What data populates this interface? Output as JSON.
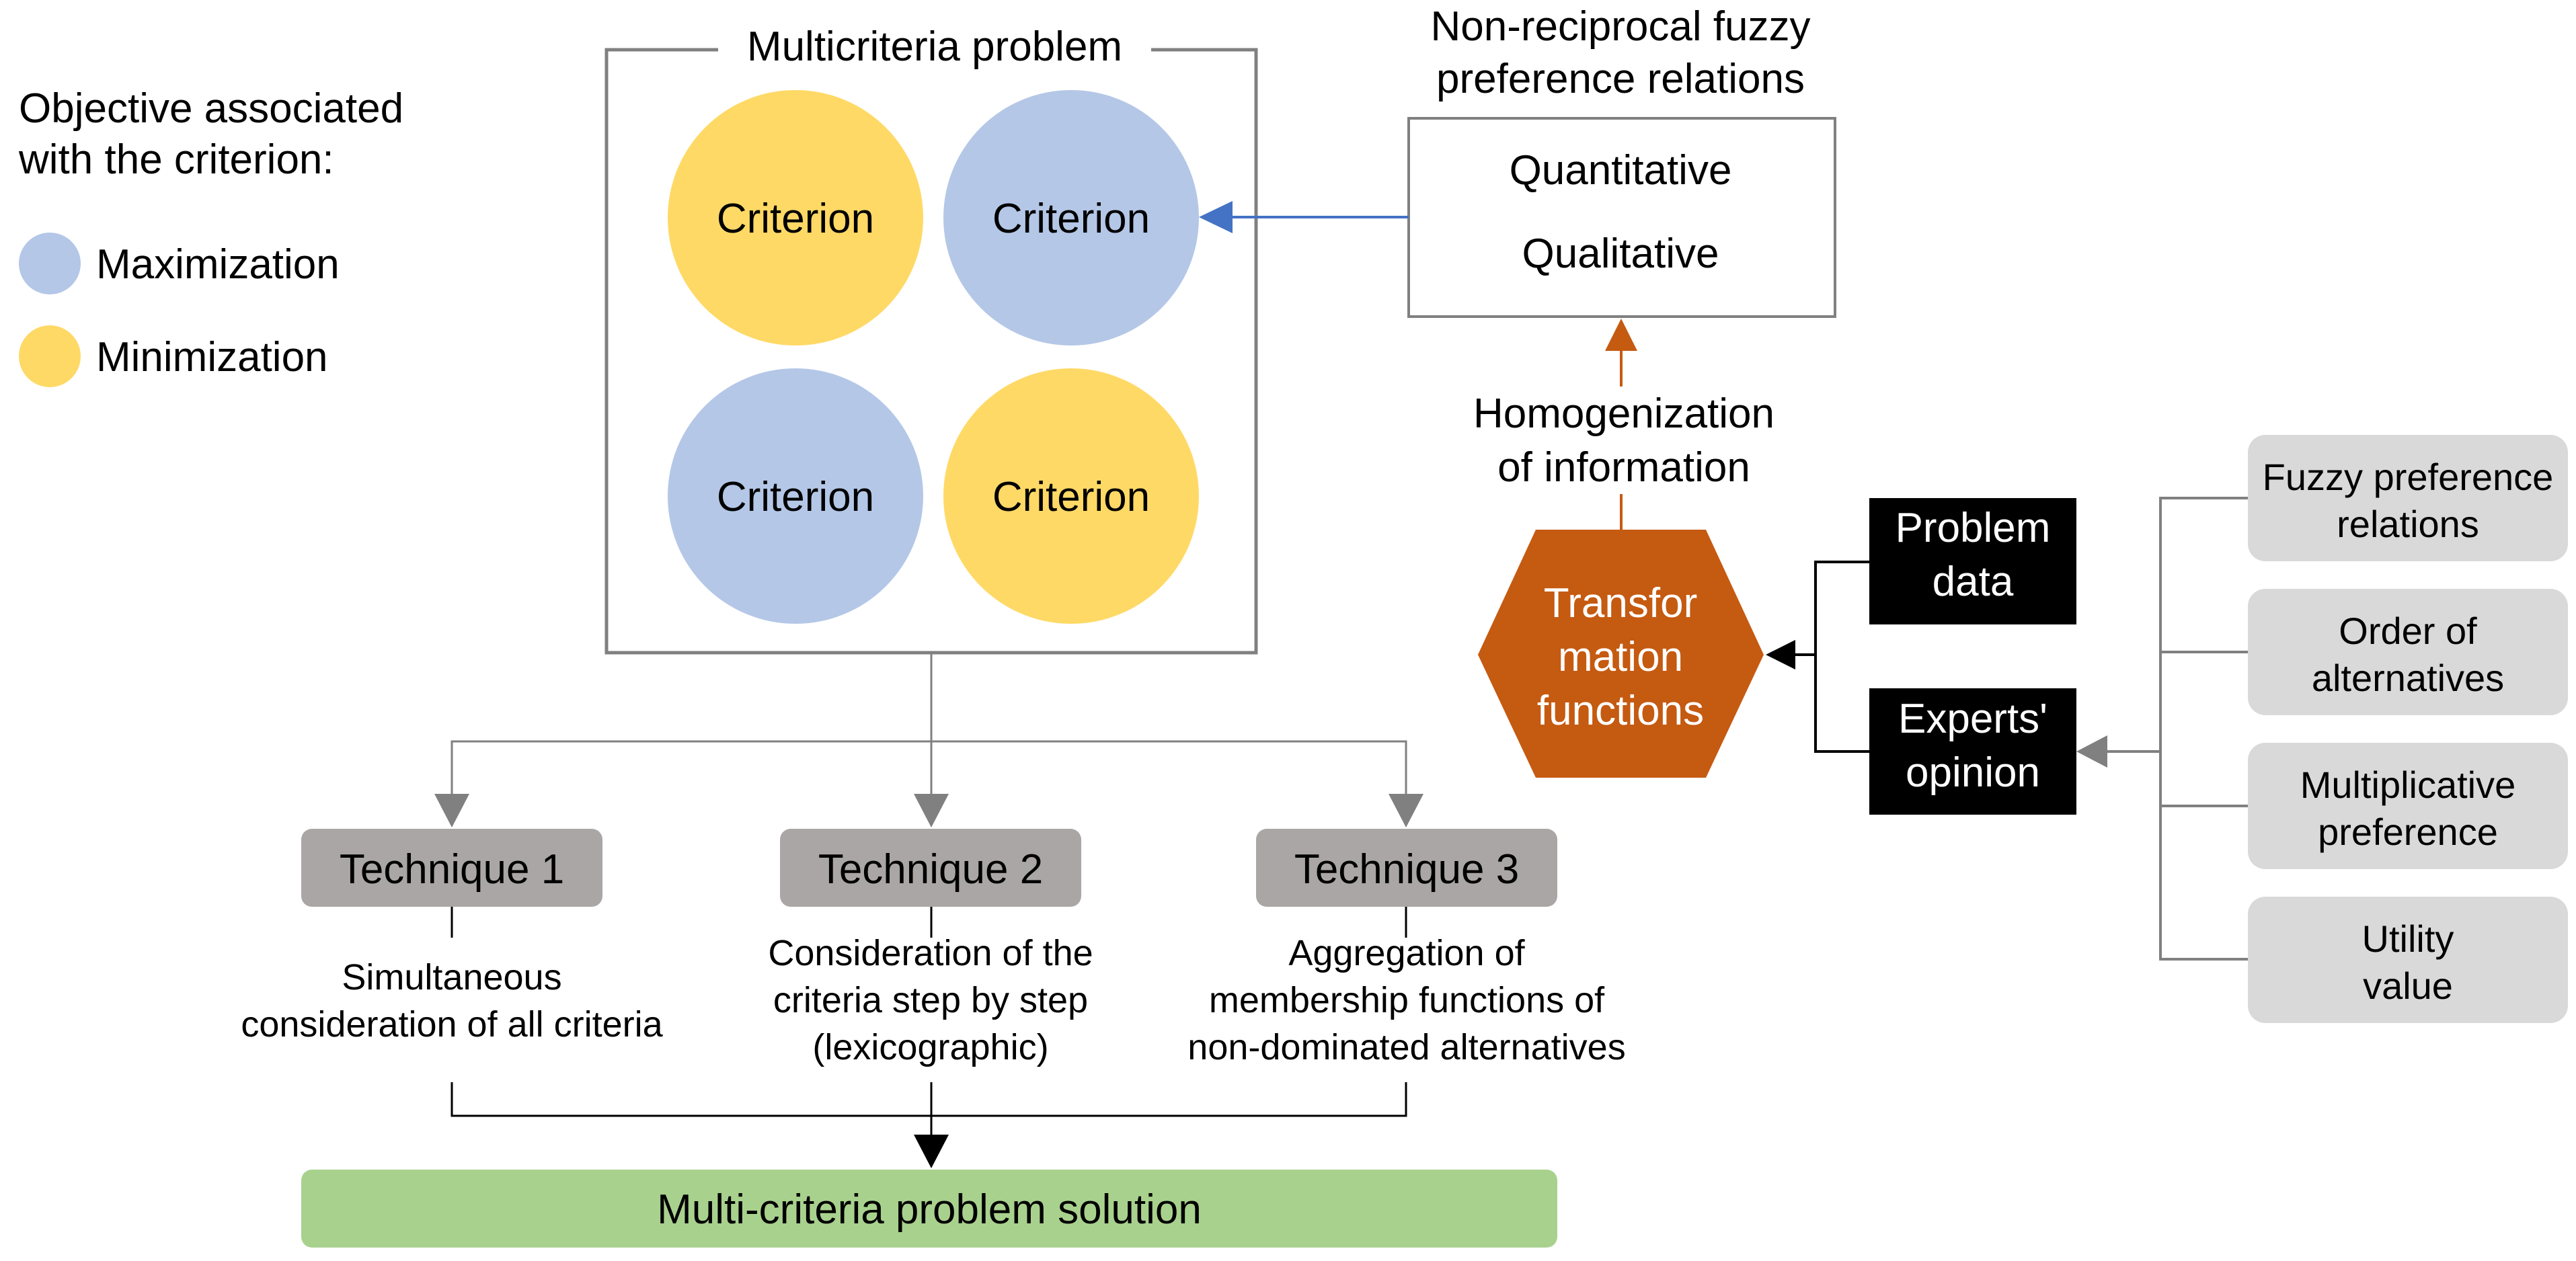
{
  "legend": {
    "title_lines": [
      "Objective associated",
      "with the criterion:"
    ],
    "items": [
      {
        "label": "Maximization",
        "color": "#b4c7e7"
      },
      {
        "label": "Minimization",
        "color": "#ffd966"
      }
    ]
  },
  "problem_box": {
    "title": "Multicriteria problem",
    "criteria": [
      {
        "label": "Criterion",
        "objective": "Minimization",
        "color": "#ffd966"
      },
      {
        "label": "Criterion",
        "objective": "Maximization",
        "color": "#b4c7e7"
      },
      {
        "label": "Criterion",
        "objective": "Maximization",
        "color": "#b4c7e7"
      },
      {
        "label": "Criterion",
        "objective": "Minimization",
        "color": "#ffd966"
      }
    ]
  },
  "relations_box": {
    "title_lines": [
      "Non-reciprocal fuzzy",
      "preference relations"
    ],
    "items": [
      "Quantitative",
      "Qualitative"
    ]
  },
  "homogenization": {
    "lines": [
      "Homogenization",
      "of information"
    ]
  },
  "transformation": {
    "lines": [
      "Transfor",
      "mation",
      "functions"
    ],
    "color": "#c55a11"
  },
  "inputs": [
    {
      "lines": [
        "Problem",
        "data"
      ]
    },
    {
      "lines": [
        "Experts'",
        "opinion"
      ]
    }
  ],
  "opinion_formats": [
    {
      "lines": [
        "Fuzzy preference",
        "relations"
      ]
    },
    {
      "lines": [
        "Order of",
        "alternatives"
      ]
    },
    {
      "lines": [
        "Multiplicative",
        "preference"
      ]
    },
    {
      "lines": [
        "Utility",
        "value"
      ]
    }
  ],
  "techniques": [
    {
      "label": "Technique 1",
      "description_lines": [
        "Simultaneous",
        "consideration of all criteria"
      ]
    },
    {
      "label": "Technique 2",
      "description_lines": [
        "Consideration of the",
        "criteria step by step",
        "(lexicographic)"
      ]
    },
    {
      "label": "Technique 3",
      "description_lines": [
        "Aggregation of",
        "membership functions of",
        "non-dominated alternatives"
      ]
    }
  ],
  "solution": {
    "label": "Multi-criteria problem solution",
    "color": "#a9d18e"
  },
  "colors": {
    "blue_arrow": "#4472c4",
    "orange_arrow": "#c55a11",
    "gray_box": "#aaa6a5",
    "light_gray_box": "#d9d9d9",
    "gray_line": "#808080"
  }
}
